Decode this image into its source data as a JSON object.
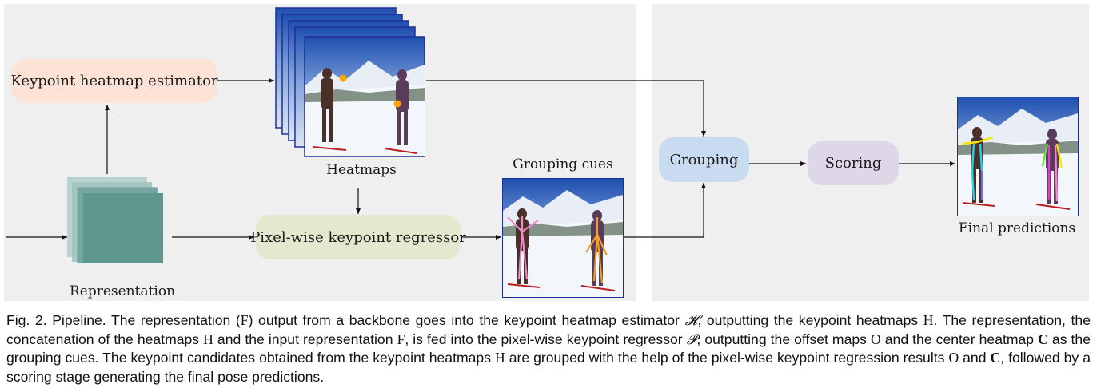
{
  "diagram": {
    "nodes": {
      "estimator": "Keypoint heatmap estimator",
      "regressor": "Pixel-wise keypoint regressor",
      "grouping": "Grouping",
      "scoring": "Scoring"
    },
    "labels": {
      "heatmaps": "Heatmaps",
      "grouping_cues": "Grouping cues",
      "representation": "Representation",
      "final_predictions": "Final predictions"
    },
    "colors": {
      "estimator": "#fde2d6",
      "regressor": "#e2e9cf",
      "grouping": "#c9dbf1",
      "scoring": "#ddd7e8",
      "representation": "#5e9690",
      "panel": "#efefef",
      "frame": "#1f2f9a"
    }
  },
  "caption": {
    "prefix": "Fig. 2.  Pipeline. ",
    "t1": "The representation (",
    "F1": "F",
    "t2": ") output from a backbone goes into the keypoint heatmap estimator ",
    "Hcal": "𝓗",
    "t3": ", outputting the keypoint heatmaps ",
    "H1": "H",
    "t4": ". The representation, the concatenation of the heatmaps ",
    "H2": "H",
    "t5": " and the input representation ",
    "F2": "F",
    "t6": ", is fed into the pixel-wise keypoint regressor ",
    "Pcal": "𝓟",
    "t7": ", outputting the offset maps ",
    "O1": "O",
    "t8": " and the center heatmap ",
    "C1": "C",
    "t9": " as the grouping cues. The keypoint candidates obtained from the keypoint heatmaps ",
    "H3": "H",
    "t10": " are grouped with the help of the pixel-wise keypoint regression results ",
    "O2": "O",
    "t11": " and ",
    "C2": "C",
    "t12": ", followed by a scoring stage generating the final pose predictions."
  }
}
